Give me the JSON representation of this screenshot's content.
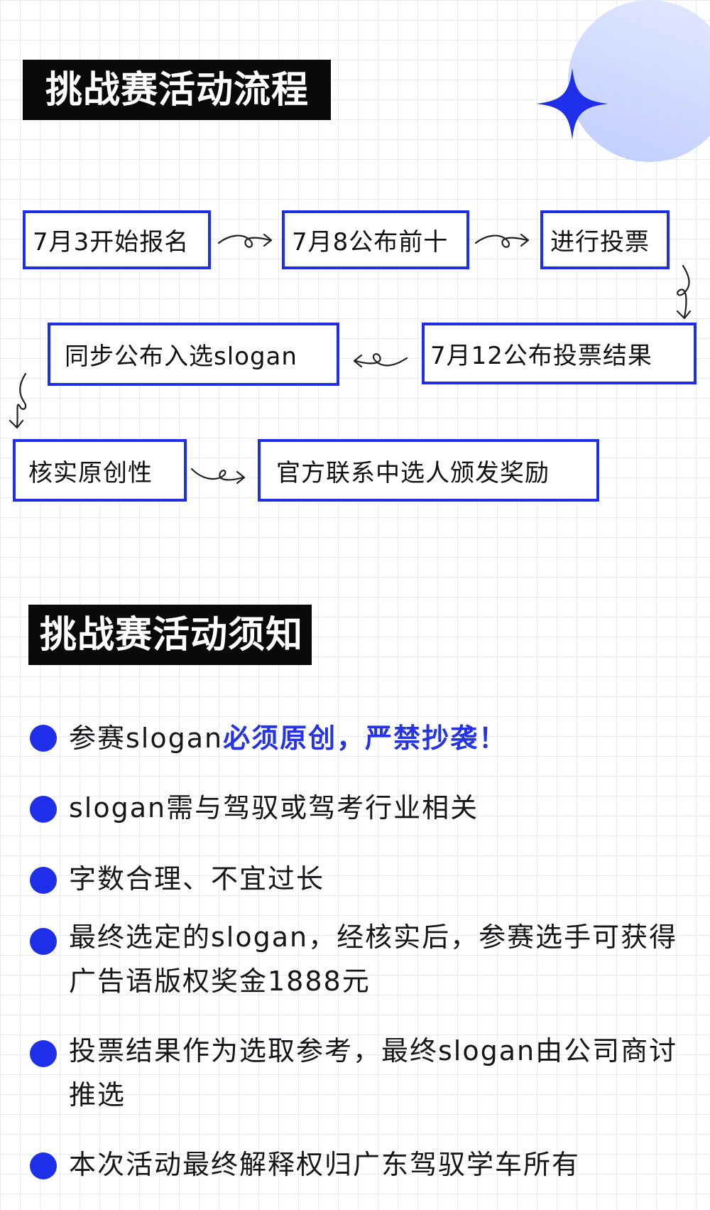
{
  "colors": {
    "accent": "#1f2ee8",
    "heading_bg": "#0a0a0a",
    "emphasis": "#2433e8"
  },
  "icons": {
    "sparkle": "four-point-star-icon",
    "arrow": "curly-arrow-icon",
    "bullet": "blue-dot-icon"
  },
  "process": {
    "title": "挑战赛活动流程",
    "steps": [
      "7月3开始报名",
      "7月8公布前十",
      "进行投票",
      "7月12公布投票结果",
      "同步公布入选slogan",
      "核实原创性",
      "官方联系中选人颁发奖励"
    ]
  },
  "notice": {
    "title": "挑战赛活动须知",
    "items": [
      {
        "text": "参赛slogan",
        "emphasis": "必须原创，严禁抄袭！"
      },
      {
        "text": "slogan需与驾驭或驾考行业相关"
      },
      {
        "text": "字数合理、不宜过长"
      },
      {
        "text": "最终选定的slogan，经核实后，参赛选手可获得广告语版权奖金1888元"
      },
      {
        "text": "投票结果作为选取参考，最终slogan由公司商讨推选"
      },
      {
        "text": "本次活动最终解释权归广东驾驭学车所有"
      }
    ]
  }
}
